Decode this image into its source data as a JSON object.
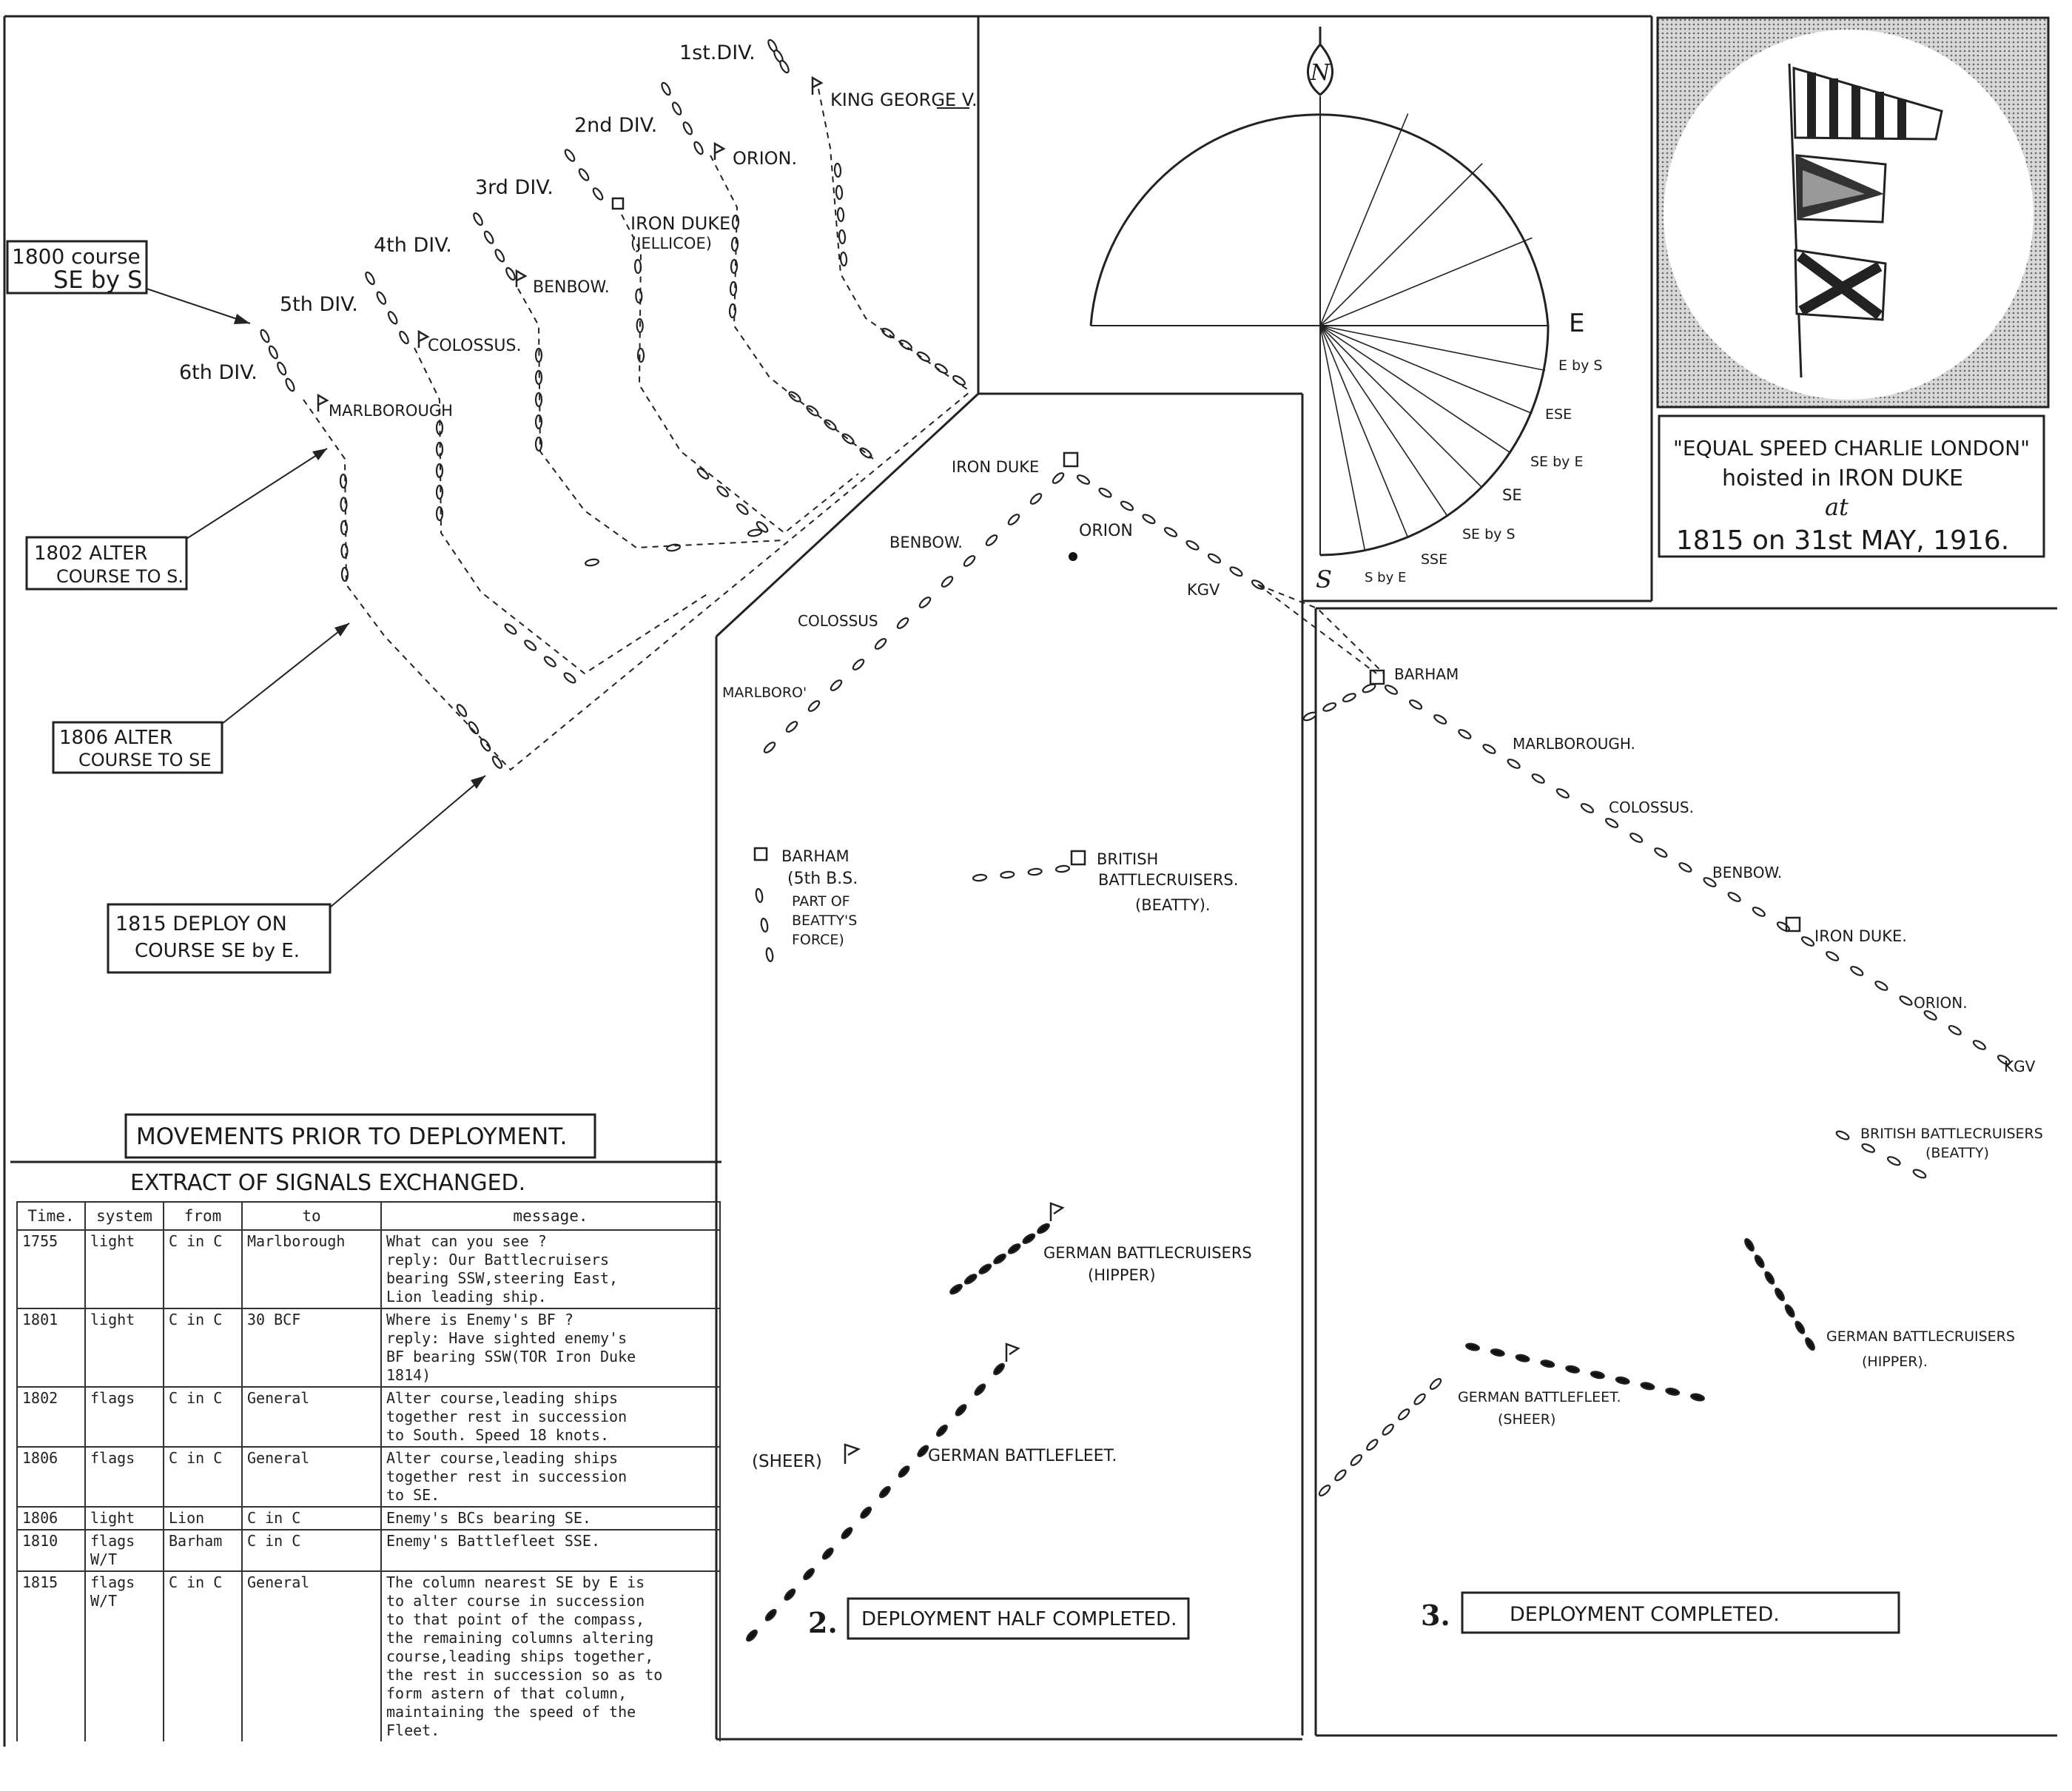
{
  "panel1": {
    "divisions": [
      "1st.DIV.",
      "2nd DIV.",
      "3rd DIV.",
      "4th DIV.",
      "5th DIV.",
      "6th DIV."
    ],
    "ships": {
      "kgv": "KING GEORGE V.",
      "orion": "ORION.",
      "iron_duke": "IRON DUKE",
      "jellicoe": "(JELLICOE)",
      "benbow": "BENBOW.",
      "colossus": "COLOSSUS.",
      "marlborough": "MARLBOROUGH"
    },
    "callouts": {
      "c1800_a": "1800 course",
      "c1800_b": "SE by S",
      "c1802_a": "1802 ALTER",
      "c1802_b": "COURSE TO S.",
      "c1806_a": "1806 ALTER",
      "c1806_b": "COURSE TO SE",
      "c1815_a": "1815 DEPLOY ON",
      "c1815_b": "COURSE SE by E."
    },
    "title": "MOVEMENTS PRIOR TO DEPLOYMENT."
  },
  "compass": {
    "north": "N",
    "points": [
      "E",
      "E by S",
      "ESE",
      "SE by E",
      "SE",
      "SE by S",
      "SSE",
      "S by E",
      "S"
    ]
  },
  "signal_box": {
    "line1": "\"EQUAL SPEED CHARLIE LONDON\"",
    "line2": "hoisted in IRON DUKE",
    "line3": "at",
    "line4": "1815 on 31st MAY, 1916."
  },
  "signals_table": {
    "title": "EXTRACT OF SIGNALS EXCHANGED.",
    "headers": [
      "Time.",
      "system",
      "from",
      "to",
      "message."
    ],
    "rows": [
      {
        "time": "1755",
        "system": "light",
        "from": "C in C",
        "to": "Marlborough",
        "message_lines": [
          "What can you see ?",
          "reply: Our Battlecruisers",
          "bearing SSW,steering East,",
          "Lion leading ship."
        ]
      },
      {
        "time": "1801",
        "system": "light",
        "from": "C in C",
        "to": "30 BCF",
        "message_lines": [
          "Where is Enemy's BF ?",
          "reply: Have sighted enemy's",
          "BF bearing SSW(TOR Iron Duke",
          "1814)"
        ]
      },
      {
        "time": "1802",
        "system": "flags",
        "from": "C in C",
        "to": "General",
        "message_lines": [
          "Alter course,leading ships",
          "together rest in succession",
          "to South. Speed 18 knots."
        ]
      },
      {
        "time": "1806",
        "system": "flags",
        "from": "C in C",
        "to": "General",
        "message_lines": [
          "Alter course,leading ships",
          "together rest in succession",
          "to SE."
        ]
      },
      {
        "time": "1806",
        "system": "light",
        "from": "Lion",
        "to": "C in C",
        "message_lines": [
          "Enemy's BCs bearing SE."
        ]
      },
      {
        "time": "1810",
        "system": "flags W/T",
        "from": "Barham",
        "to": "C in C",
        "message_lines": [
          "Enemy's Battlefleet SSE."
        ]
      },
      {
        "time": "1815",
        "system": "flags W/T",
        "from": "C in C",
        "to": "General",
        "message_lines": [
          "The column nearest SE by E is",
          "to alter course in succession",
          "to that point of the compass,",
          "the remaining columns altering",
          "course,leading ships together,",
          "the rest in succession so as to",
          "form astern of that column,",
          "maintaining the speed of the",
          "Fleet."
        ]
      }
    ]
  },
  "panel2": {
    "ships": {
      "iron_duke": "IRON DUKE",
      "benbow": "BENBOW.",
      "orion": "ORION",
      "colossus": "COLOSSUS",
      "kgv": "KGV",
      "marlboro": "MARLBORO'"
    },
    "barham": [
      "BARHAM",
      "(5th B.S.",
      "PART OF",
      "BEATTY'S",
      "FORCE)"
    ],
    "british_bc": [
      "BRITISH",
      "BATTLECRUISERS.",
      "(BEATTY)."
    ],
    "german_bc": [
      "GERMAN BATTLECRUISERS",
      "(HIPPER)"
    ],
    "sheer": "(SHEER)",
    "german_bf": "GERMAN BATTLEFLEET.",
    "number": "2.",
    "title": "DEPLOYMENT HALF COMPLETED."
  },
  "panel3": {
    "ships": {
      "barham": "BARHAM",
      "marlborough": "MARLBOROUGH.",
      "colossus": "COLOSSUS.",
      "benbow": "BENBOW.",
      "iron_duke": "IRON DUKE.",
      "orion": "ORION.",
      "kgv": "KGV"
    },
    "british_bc": [
      "BRITISH BATTLECRUISERS",
      "(BEATTY)"
    ],
    "german_bc": [
      "GERMAN BATTLECRUISERS",
      "(HIPPER)."
    ],
    "german_bf": [
      "GERMAN BATTLEFLEET.",
      "(SHEER)"
    ],
    "number": "3.",
    "title": "DEPLOYMENT COMPLETED."
  }
}
